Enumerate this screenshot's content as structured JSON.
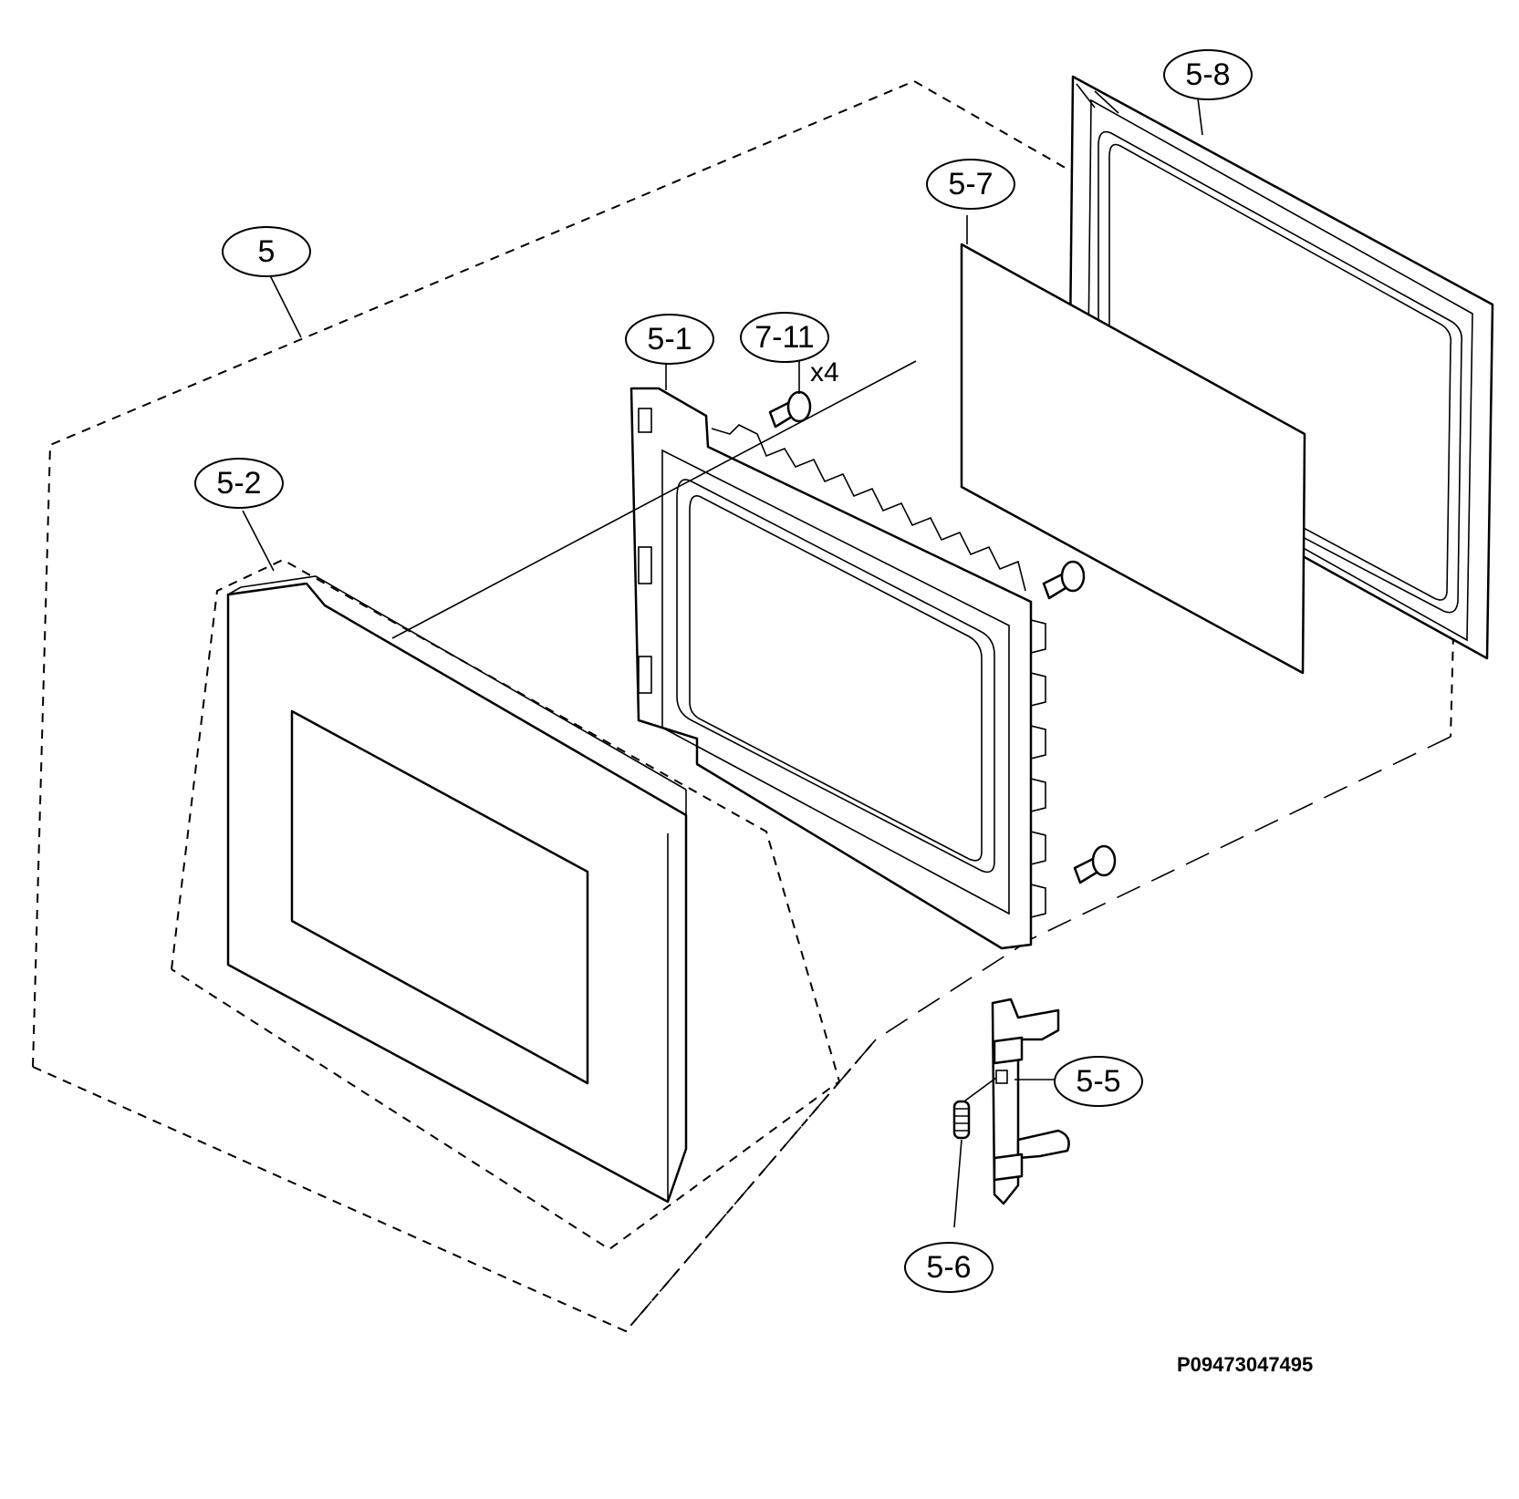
{
  "diagram": {
    "callouts": [
      {
        "id": "5",
        "label": "5"
      },
      {
        "id": "5-1",
        "label": "5-1"
      },
      {
        "id": "7-11",
        "label": "7-11"
      },
      {
        "id": "5-2",
        "label": "5-2"
      },
      {
        "id": "5-5",
        "label": "5-5"
      },
      {
        "id": "5-6",
        "label": "5-6"
      },
      {
        "id": "5-7",
        "label": "5-7"
      },
      {
        "id": "5-8",
        "label": "5-8"
      }
    ],
    "screw_quantity": "x4",
    "reference_code": "P09473047495"
  }
}
